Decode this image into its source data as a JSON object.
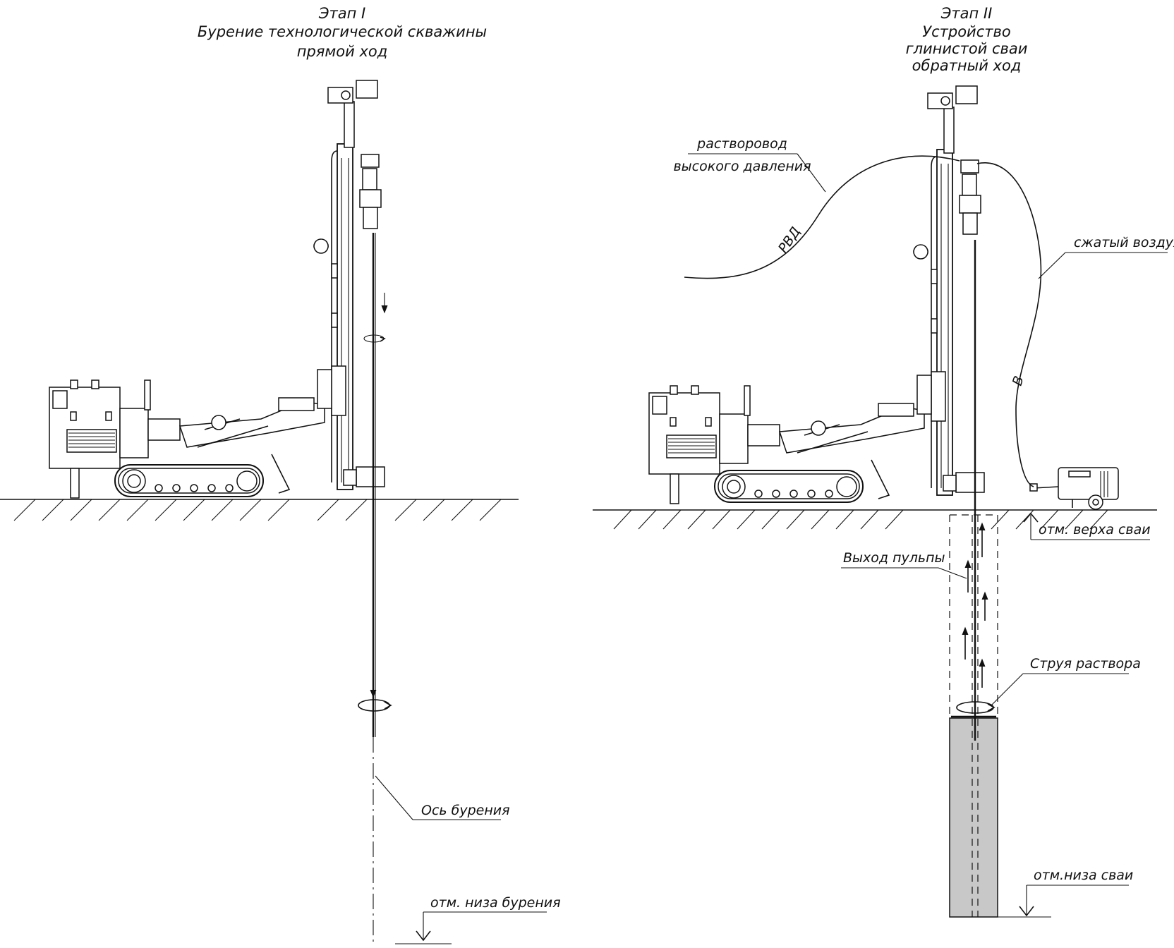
{
  "stage1": {
    "title": "Этап I",
    "subtitle_line1": "Бурение технологической скважины",
    "subtitle_line2": "прямой ход",
    "label_axis": "Ось бурения",
    "label_bottom": "отм. низа бурения"
  },
  "stage2": {
    "title": "Этап II",
    "subtitle_line1": "Устройство",
    "subtitle_line2": "глинистой сваи",
    "subtitle_line3": "обратный ход",
    "label_hose_line1": "растворовод",
    "label_hose_line2": "высокого давления",
    "label_hose_tag": "РВД",
    "label_air": "сжатый воздух",
    "label_air_tag": "В",
    "label_top": "отм. верха сваи",
    "label_pulp": "Выход пульпы",
    "label_jet": "Струя раствора",
    "label_bottom": "отм.низа сваи"
  }
}
